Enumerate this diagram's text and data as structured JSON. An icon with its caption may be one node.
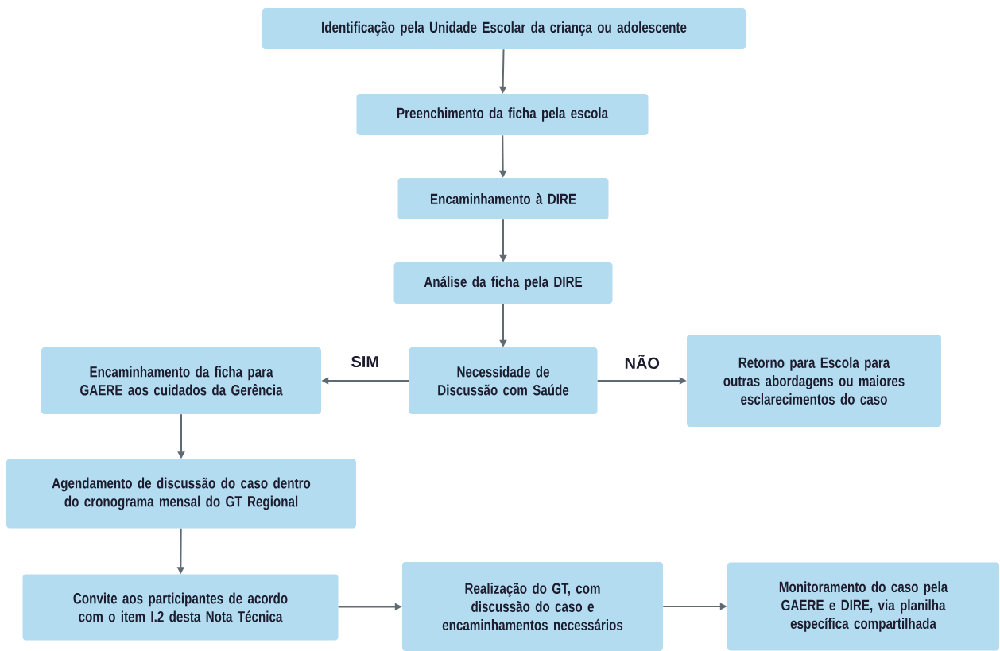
{
  "diagram": {
    "nodes": [
      {
        "text": [
          "Identificação pela Unidade Escolar da criança ou adolescente"
        ]
      },
      {
        "text": [
          "Preenchimento da ficha pela escola"
        ]
      },
      {
        "text": [
          "Encaminhamento à DIRE"
        ]
      },
      {
        "text": [
          "Análise da ficha pela DIRE"
        ]
      },
      {
        "text": [
          "Necessidade de Discussão com Saúde"
        ]
      },
      {
        "text": [
          "Encaminhamento da ficha para GAERE aos cuidados da Gerência"
        ]
      },
      {
        "text": [
          "Retorno para Escola para outras abordagens ou maiores esclarecimentos do caso"
        ]
      },
      {
        "text": [
          "Agendamento de discussão do caso dentro do cronograma mensal do GT Regional"
        ]
      },
      {
        "text": [
          "Convite aos participantes de acordo com o item I.2 desta Nota Técnica"
        ]
      },
      {
        "text": [
          "Realização do GT, com discussão do caso e encaminhamentos necessários"
        ]
      },
      {
        "text": [
          "Monitoramento do caso pela GAERE e DIRE, via planilha específica compartilhada"
        ]
      }
    ],
    "edges": [
      {
        "from": 0,
        "to": 1,
        "arrow": "to"
      },
      {
        "from": 1,
        "to": 2,
        "arrow": "to"
      },
      {
        "from": 2,
        "to": 3,
        "arrow": "to"
      },
      {
        "from": 3,
        "to": 4,
        "arrow": "to"
      },
      {
        "from": 4,
        "to": 5,
        "arrow": "to",
        "label": "SIM"
      },
      {
        "from": 4,
        "to": 6,
        "arrow": "to",
        "label": "NÃO"
      },
      {
        "from": 5,
        "to": 7,
        "arrow": "to"
      },
      {
        "from": 7,
        "to": 8,
        "arrow": "to"
      },
      {
        "from": 8,
        "to": 9,
        "arrow": "to"
      },
      {
        "from": 9,
        "to": 10,
        "arrow": "to"
      }
    ]
  }
}
